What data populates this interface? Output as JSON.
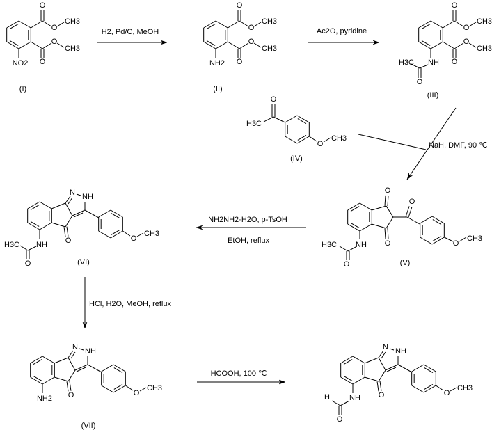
{
  "reagents": {
    "step1": "H2, Pd/C, MeOH",
    "step2": "Ac2O, pyridine",
    "step3": "NaH, DMF, 90 ℃",
    "step4_top": "NH2NH2·H2O, p-TsOH",
    "step4_bottom": "EtOH, reflux",
    "step5": "HCl, H2O, MeOH, reflux",
    "step6": "HCOOH, 100 ℃"
  },
  "compounds": {
    "I": {
      "label": "(I)",
      "atoms": [
        "O",
        "O",
        "CH3",
        "O",
        "O",
        "CH3",
        "NO2"
      ]
    },
    "II": {
      "label": "(II)",
      "atoms": [
        "O",
        "O",
        "CH3",
        "O",
        "O",
        "CH3",
        "NH2"
      ]
    },
    "III": {
      "label": "(III)",
      "atoms": [
        "O",
        "O",
        "CH3",
        "O",
        "O",
        "CH3",
        "NH",
        "H3C",
        "O"
      ]
    },
    "IV": {
      "label": "(IV)",
      "atoms": [
        "O",
        "H3C",
        "O",
        "CH3"
      ]
    },
    "V": {
      "label": "(V)",
      "atoms": [
        "O",
        "O",
        "O",
        "O",
        "CH3",
        "NH",
        "H3C",
        "O"
      ]
    },
    "VI": {
      "label": "(VI)",
      "atoms": [
        "N",
        "NH",
        "O",
        "O",
        "CH3",
        "NH",
        "H3C",
        "O"
      ]
    },
    "VII": {
      "label": "(VII)",
      "atoms": [
        "N",
        "NH",
        "O",
        "O",
        "CH3",
        "NH2"
      ]
    },
    "VIII": {
      "atoms": [
        "N",
        "NH",
        "O",
        "O",
        "CH3",
        "NH",
        "H",
        "O"
      ]
    }
  }
}
